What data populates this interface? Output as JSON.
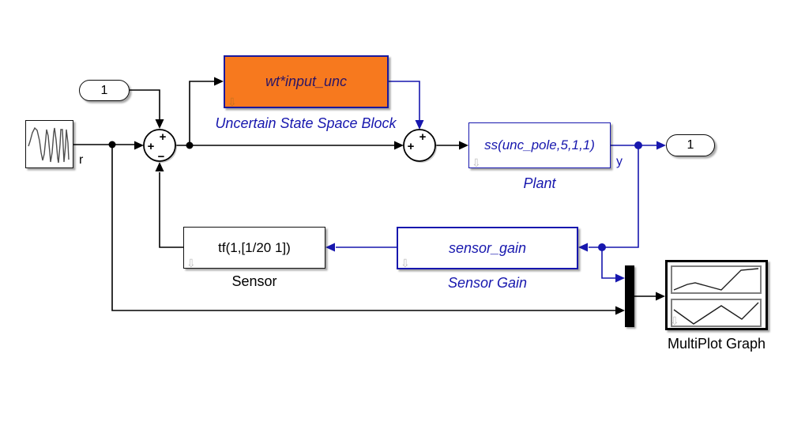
{
  "ports": {
    "input": "1",
    "output": "1"
  },
  "sums": {
    "sum1": {
      "top": "+",
      "left": "+",
      "bottom": "−"
    },
    "sum2": {
      "top": "+",
      "left": "+"
    }
  },
  "blocks": {
    "uncertain": {
      "text": "wt*input_unc",
      "caption": "Uncertain State Space Block"
    },
    "plant": {
      "text": "ss(unc_pole,5,1,1)",
      "caption": "Plant"
    },
    "sensor": {
      "text": "tf(1,[1/20 1])",
      "caption": "Sensor"
    },
    "sensor_gain": {
      "text": "sensor_gain",
      "caption": "Sensor Gain"
    },
    "multiplot": {
      "caption": "MultiPlot Graph"
    }
  },
  "signal_labels": {
    "r": "r",
    "y": "y"
  },
  "icons": {
    "link_badge": "⇩"
  },
  "colors": {
    "wire_black": "#000000",
    "wire_navy": "#1717AE",
    "orange_fill": "#F7791E",
    "orange_border": "#19199E",
    "orange_text": "#2B1566",
    "badge_gray": "#BDBDBD",
    "badge_orange": "#C4731F",
    "subplot_border": "#7E7E7E"
  }
}
